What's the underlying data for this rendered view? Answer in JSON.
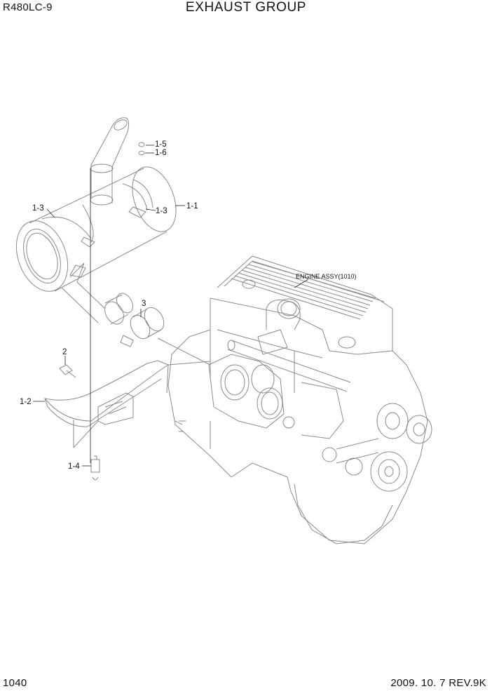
{
  "header": {
    "model": "R480LC-9",
    "title": "EXHAUST GROUP"
  },
  "footer": {
    "page_number": "1040",
    "revision": "2009. 10. 7  REV.9K"
  },
  "callouts": {
    "p1_1": "1-1",
    "p1_2": "1-2",
    "p1_3a": "1-3",
    "p1_3b": "1-3",
    "p1_4": "1-4",
    "p1_5": "1-5",
    "p1_6": "1-6",
    "p2": "2",
    "p3": "3",
    "engine": "ENGINE ASSY(1010)"
  }
}
